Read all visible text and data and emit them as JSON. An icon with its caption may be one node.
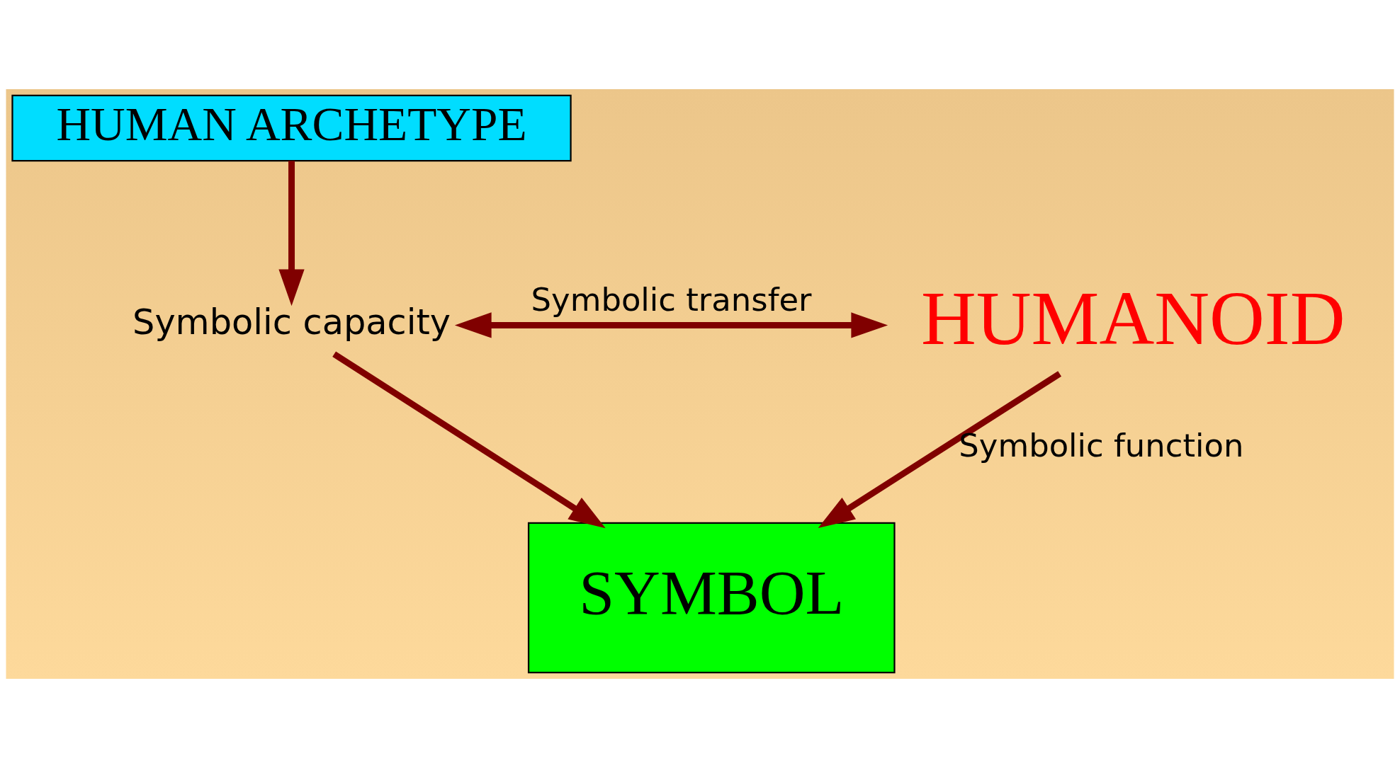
{
  "diagram": {
    "nodes": [
      {
        "text": [
          "HUMAN ARCHETYPE"
        ]
      },
      {
        "text": [
          "Symbolic capacity"
        ]
      },
      {
        "text": [
          "HUMANOID"
        ]
      },
      {
        "text": [
          "SYMBOL"
        ]
      }
    ],
    "edges": [
      {
        "from": 0,
        "to": 1,
        "arrow": "to"
      },
      {
        "from": 1,
        "to": 3,
        "arrow": "to"
      },
      {
        "from": 1,
        "to": 2,
        "arrow": "both",
        "label": "Symbolic transfer"
      },
      {
        "from": 2,
        "to": 3,
        "arrow": "to",
        "label": "Symbolic function"
      }
    ]
  }
}
